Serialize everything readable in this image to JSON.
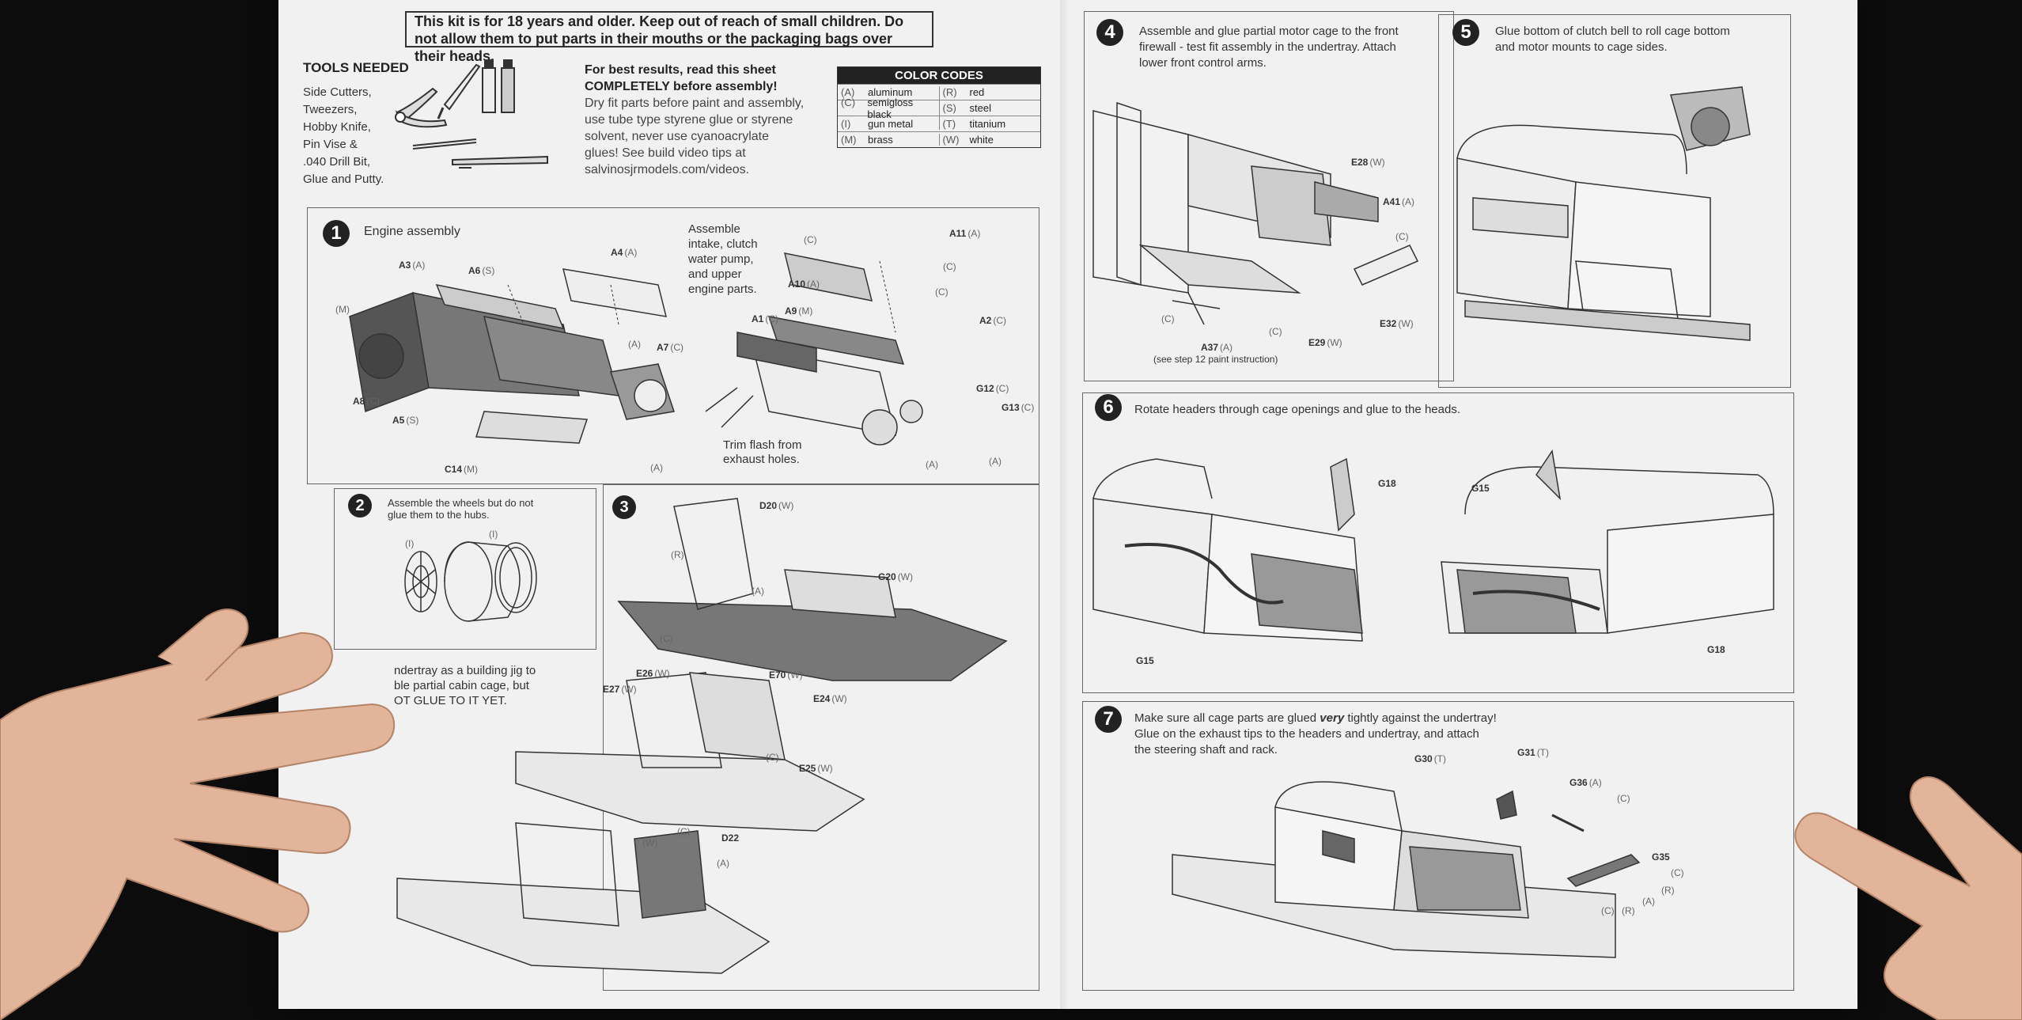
{
  "warning": "This kit is for 18 years and older. Keep out of reach of small children.  Do not allow them to put parts in their mouths or the packaging bags over their heads.",
  "tools": {
    "title": "TOOLS NEEDED",
    "items": [
      "Side Cutters,",
      "Tweezers,",
      "Hobby Knife,",
      "Pin Vise &",
      ".040 Drill Bit,",
      "Glue and Putty."
    ]
  },
  "best_results": {
    "heading": "For best results, read this sheet COMPLETELY before assembly!",
    "body": "Dry fit parts before paint and assembly, use tube type styrene glue or styrene solvent, never use cyanoacrylate glues! See build video tips at salvinosjrmodels.com/videos."
  },
  "color_codes": {
    "title": "COLOR CODES",
    "rows": [
      [
        {
          "code": "(A)",
          "name": "aluminum"
        },
        {
          "code": "(R)",
          "name": "red"
        }
      ],
      [
        {
          "code": "(C)",
          "name": "semigloss black"
        },
        {
          "code": "(S)",
          "name": "steel"
        }
      ],
      [
        {
          "code": "(I)",
          "name": "gun metal"
        },
        {
          "code": "(T)",
          "name": "titanium"
        }
      ],
      [
        {
          "code": "(M)",
          "name": "brass"
        },
        {
          "code": "(W)",
          "name": "white"
        }
      ]
    ]
  },
  "steps": {
    "s1": {
      "number": "1",
      "title": "Engine assembly",
      "note": "Assemble\nintake, clutch\nwater pump,\nand upper\nengine parts.",
      "trim_note": "Trim flash from\nexhaust holes."
    },
    "s2": {
      "number": "2",
      "text": "Assemble the wheels but do not\nglue them to the hubs."
    },
    "s3": {
      "number": "3",
      "text": "ndertray as a building jig to\nble partial cabin cage, but\nOT GLUE TO IT YET."
    },
    "s4": {
      "number": "4",
      "text": "Assemble and glue partial motor cage to  the front\nfirewall - test fit assembly in the undertray.  Attach\nlower front control arms.",
      "note": "(see step 12 paint instruction)"
    },
    "s5": {
      "number": "5",
      "text": "Glue bottom of clutch bell to roll cage bottom\nand motor mounts to cage sides."
    },
    "s6": {
      "number": "6",
      "text": "Rotate headers through cage openings and glue to the heads."
    },
    "s7": {
      "number": "7",
      "text_before": "Make sure all cage parts are glued ",
      "text_emphasis": "very",
      "text_after": " tightly against the undertray!\nGlue on the exhaust tips to the headers and undertray, and attach\nthe steering shaft and rack."
    }
  },
  "part_labels": {
    "s1": [
      {
        "part": "A3",
        "color": "(A)"
      },
      {
        "part": "A6",
        "color": "(S)"
      },
      {
        "part": "A4",
        "color": "(A)"
      },
      {
        "part": "",
        "color": "(M)"
      },
      {
        "part": "",
        "color": "(A)"
      },
      {
        "part": "A7",
        "color": "(C)"
      },
      {
        "part": "A8",
        "color": "(C)"
      },
      {
        "part": "A5",
        "color": "(S)"
      },
      {
        "part": "C14",
        "color": "(M)"
      },
      {
        "part": "",
        "color": "(A)"
      },
      {
        "part": "",
        "color": "(C)"
      },
      {
        "part": "A11",
        "color": "(A)"
      },
      {
        "part": "",
        "color": "(C)"
      },
      {
        "part": "A10",
        "color": "(A)"
      },
      {
        "part": "",
        "color": "(C)"
      },
      {
        "part": "A9",
        "color": "(M)"
      },
      {
        "part": "A1",
        "color": "(C)"
      },
      {
        "part": "A2",
        "color": "(C)"
      },
      {
        "part": "G12",
        "color": "(C)"
      },
      {
        "part": "G13",
        "color": "(C)"
      },
      {
        "part": "",
        "color": "(A)"
      },
      {
        "part": "",
        "color": "(A)"
      }
    ],
    "s2": [
      {
        "part": "",
        "color": "(I)"
      },
      {
        "part": "",
        "color": "(I)"
      }
    ],
    "s3": [
      {
        "part": "D20",
        "color": "(W)"
      },
      {
        "part": "",
        "color": "(R)"
      },
      {
        "part": "",
        "color": "(A)"
      },
      {
        "part": "G20",
        "color": "(W)"
      },
      {
        "part": "",
        "color": "(C)"
      },
      {
        "part": "E26",
        "color": "(W)"
      },
      {
        "part": "E70",
        "color": "(W)"
      },
      {
        "part": "E27",
        "color": "(W)"
      },
      {
        "part": "E24",
        "color": "(W)"
      },
      {
        "part": "",
        "color": "(C)"
      },
      {
        "part": "E25",
        "color": "(W)"
      },
      {
        "part": "",
        "color": "(C)"
      },
      {
        "part": "",
        "color": "(W)"
      },
      {
        "part": "D22",
        "color": ""
      },
      {
        "part": "",
        "color": "(A)"
      }
    ],
    "s4": [
      {
        "part": "E28",
        "color": "(W)"
      },
      {
        "part": "A41",
        "color": "(A)"
      },
      {
        "part": "",
        "color": "(C)"
      },
      {
        "part": "",
        "color": "(C)"
      },
      {
        "part": "",
        "color": "(C)"
      },
      {
        "part": "E29",
        "color": "(W)"
      },
      {
        "part": "E32",
        "color": "(W)"
      },
      {
        "part": "A37",
        "color": "(A)"
      }
    ],
    "s6": [
      {
        "part": "G18",
        "color": ""
      },
      {
        "part": "G15",
        "color": ""
      },
      {
        "part": "G15",
        "color": ""
      },
      {
        "part": "G18",
        "color": ""
      }
    ],
    "s7": [
      {
        "part": "G30",
        "color": "(T)"
      },
      {
        "part": "G31",
        "color": "(T)"
      },
      {
        "part": "G36",
        "color": "(A)"
      },
      {
        "part": "",
        "color": "(C)"
      },
      {
        "part": "G35",
        "color": ""
      },
      {
        "part": "",
        "color": "(C)"
      },
      {
        "part": "",
        "color": "(R)"
      },
      {
        "part": "",
        "color": "(A)"
      },
      {
        "part": "",
        "color": "(C)"
      },
      {
        "part": "",
        "color": "(R)"
      }
    ]
  },
  "colors": {
    "sheet": "#f1f1f1",
    "ink": "#222222",
    "background": "#0c0c0c",
    "skin": "#e2b49a"
  }
}
